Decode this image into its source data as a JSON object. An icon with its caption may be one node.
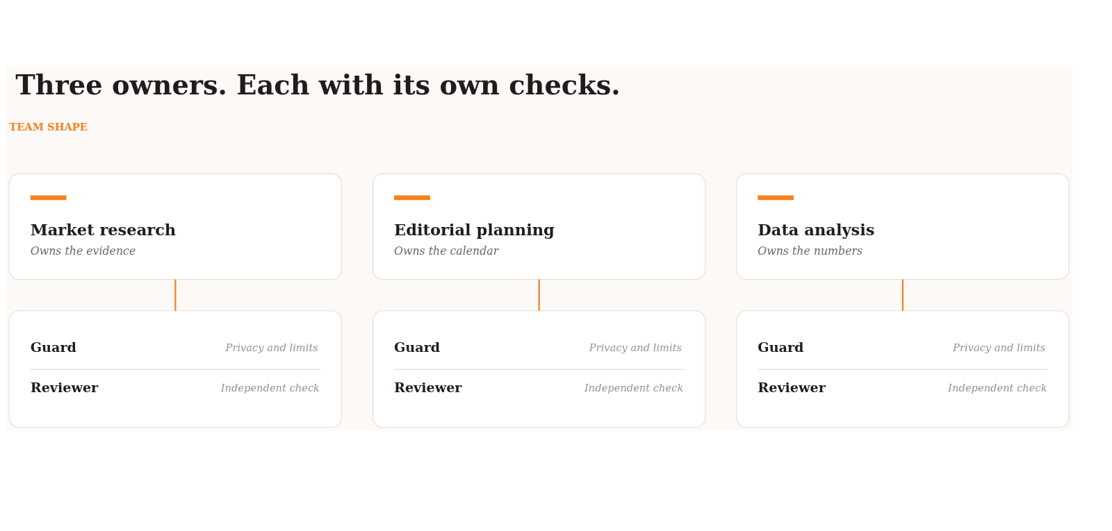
{
  "diagram": {
    "title": "Three owners. Each with its own checks.",
    "nodes": [
      {
        "text": [
          "Market research",
          "Owns the evidence"
        ]
      },
      {
        "text": [
          "Guard",
          "Privacy and limits",
          "Reviewer",
          "Independent check"
        ]
      },
      {
        "text": [
          "Editorial planning",
          "Owns the calendar"
        ]
      },
      {
        "text": [
          "Guard",
          "Privacy and limits",
          "Reviewer",
          "Independent check"
        ]
      },
      {
        "text": [
          "Data analysis",
          "Owns the numbers"
        ]
      },
      {
        "text": [
          "Guard",
          "Privacy and limits",
          "Reviewer",
          "Independent check"
        ]
      }
    ],
    "edges": [
      {
        "from": 0,
        "to": 1,
        "arrow": "none"
      },
      {
        "from": 2,
        "to": 3,
        "arrow": "none"
      },
      {
        "from": 4,
        "to": 5,
        "arrow": "none"
      }
    ],
    "labels": [
      "TEAM SHAPE"
    ]
  }
}
